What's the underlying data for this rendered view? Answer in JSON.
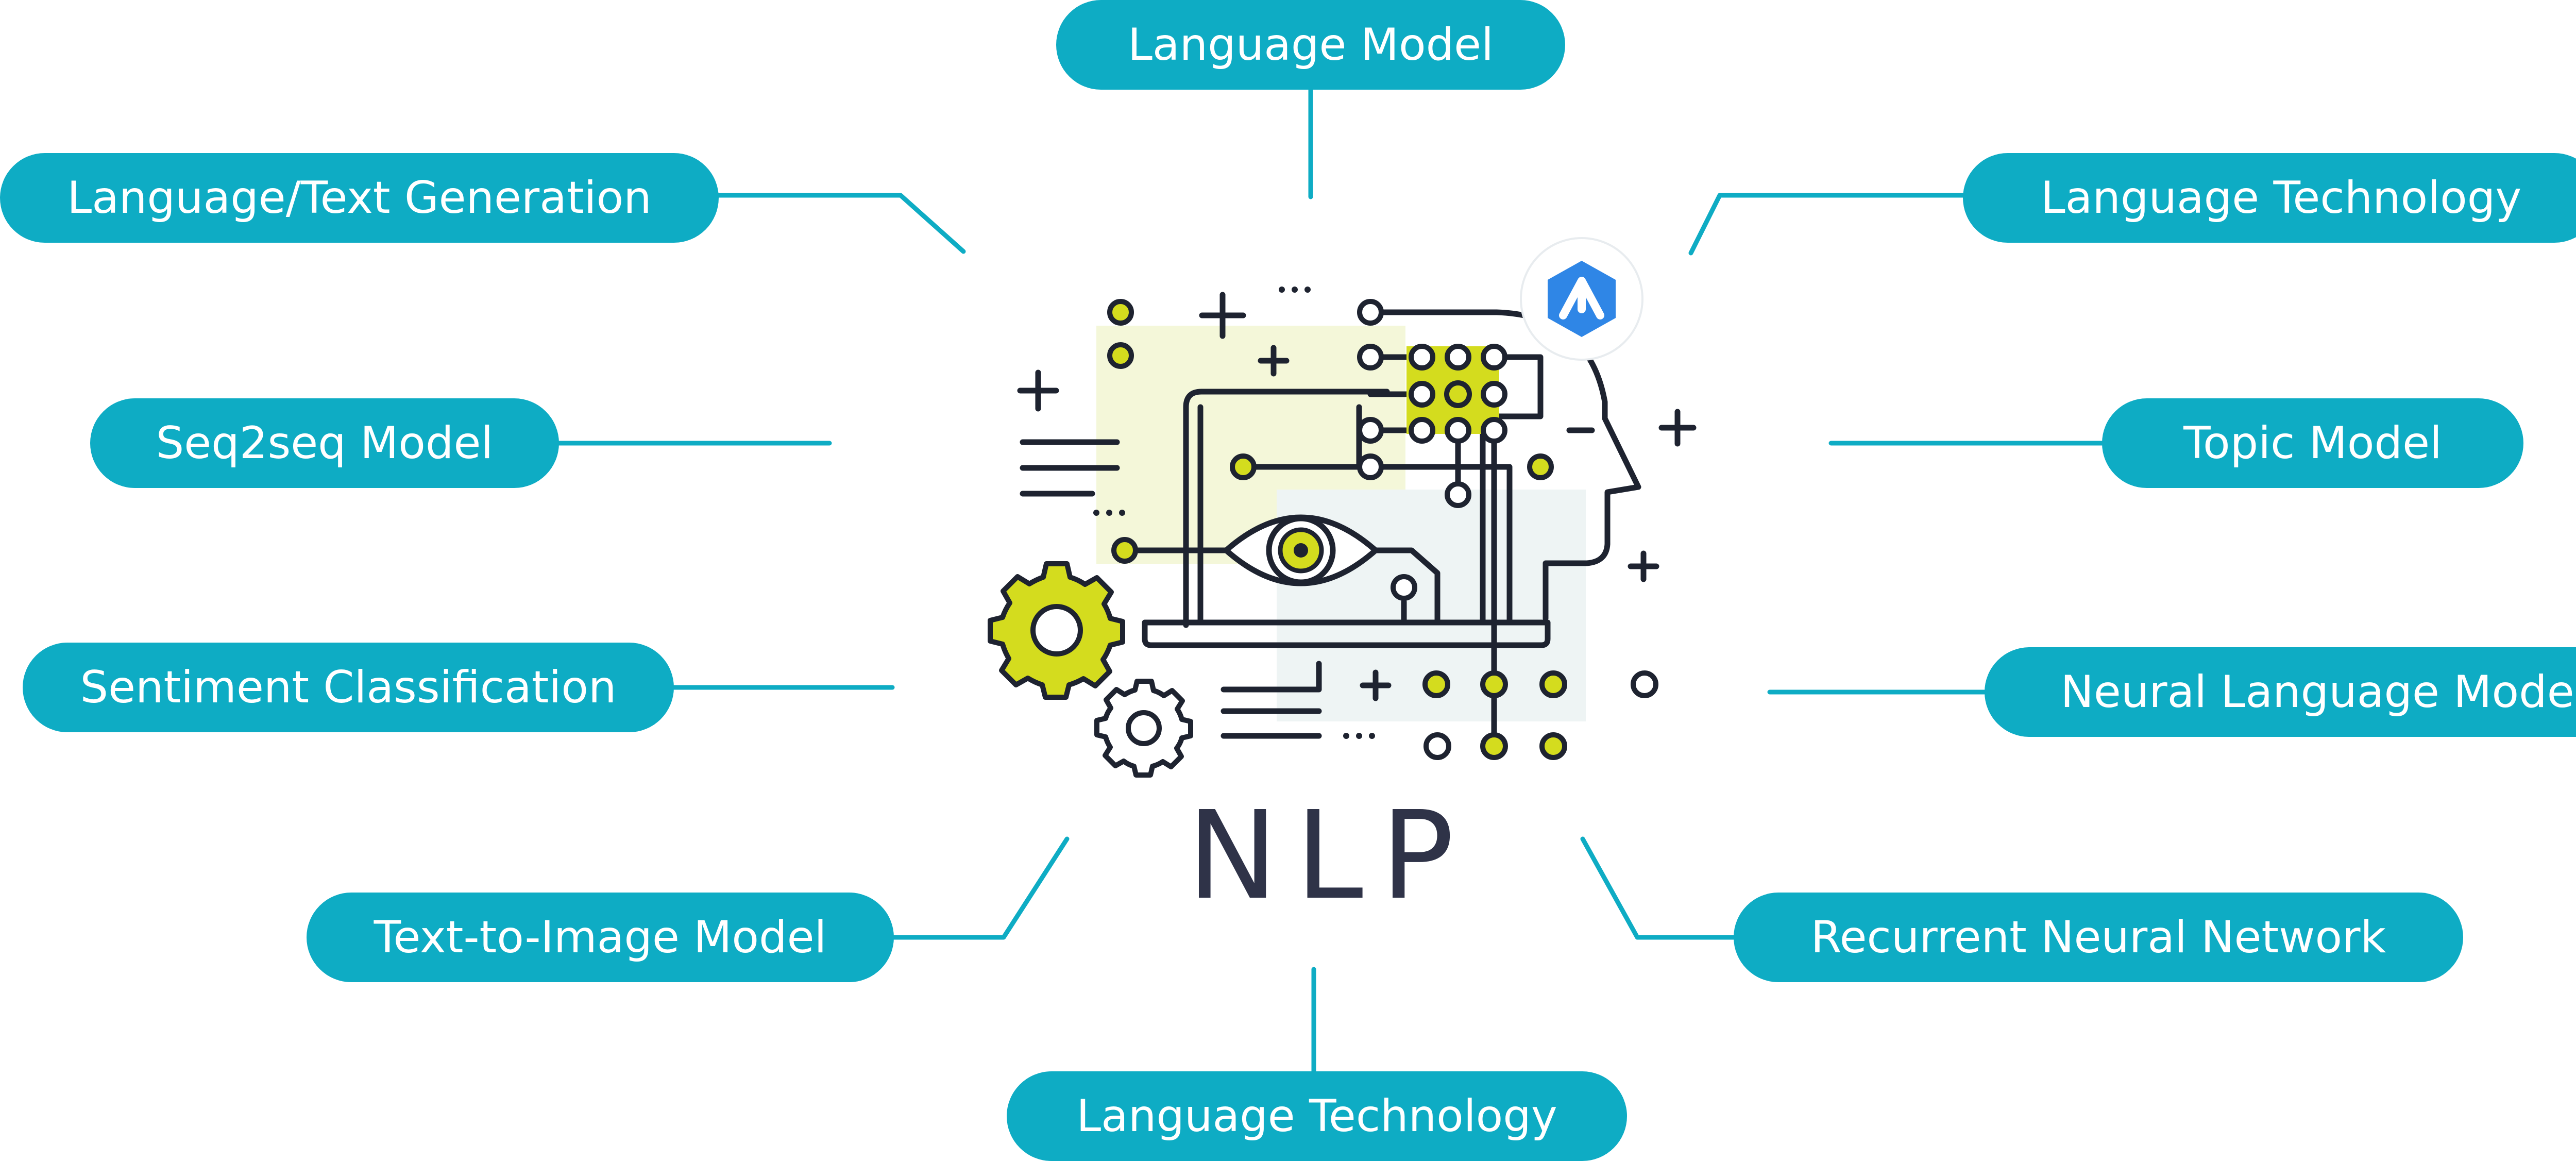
{
  "title": "NLP",
  "labels": {
    "top": "Language Model",
    "top_left": "Language/Text Generation",
    "top_right": "Language Technology",
    "left_upper": "Seq2seq Model",
    "right_upper": "Topic Model",
    "left_middle": "Sentiment Classification",
    "right_middle": "Neural Language Model",
    "bottom_left": "Text-to-Image Model",
    "bottom_right": "Recurrent Neural Network",
    "bottom": "Language Technology"
  },
  "colors": {
    "pill": "#0eacc4",
    "connector": "#0eacc4",
    "title": "#2f3348",
    "accent_yellow": "#d4dc1e",
    "outline": "#1e2330"
  },
  "icons": [
    "gear-icon",
    "eye-icon",
    "head-icon",
    "laptop-icon",
    "circuit-icon",
    "logo-icon"
  ]
}
